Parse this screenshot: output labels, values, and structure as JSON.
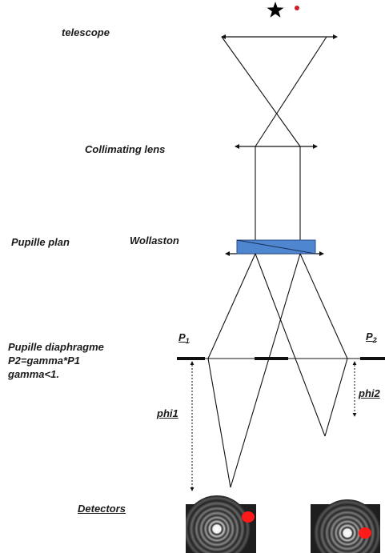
{
  "labels": {
    "telescope": "telescope",
    "collimating_lens": "Collimating lens",
    "pupille_plan": "Pupille plan",
    "wollaston": "Wollaston",
    "pupille_diaphragme": "Pupille diaphragme",
    "p2_relation": "P2=gamma*P1",
    "gamma_condition": "gamma<1.",
    "p1": "P",
    "p1_sub": "1",
    "p2": "P",
    "p2_sub": "2",
    "phi1": "phi1",
    "phi2": "phi2",
    "detectors": "Detectors"
  },
  "colors": {
    "line": "#111111",
    "wollaston_fill": "#4f86d0",
    "wollaston_edge": "#2a4f86",
    "star": "#000000",
    "companion": "#cc1f2a",
    "detector_bg": "#1e1e1e",
    "speckle": "#ff1a1a"
  },
  "icons": {
    "star": "star-icon",
    "companion": "companion-dot-icon"
  }
}
